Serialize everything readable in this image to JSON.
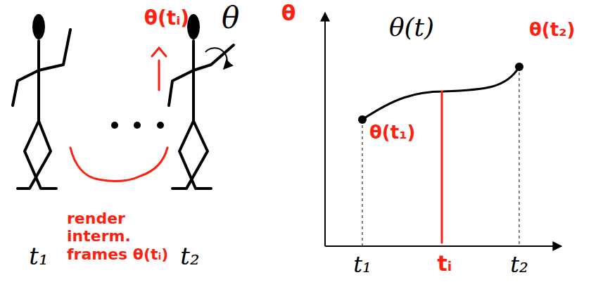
{
  "diagram": {
    "labels": [
      "θ(tᵢ)",
      "θ",
      "t₁",
      "t₂",
      "render interm. frames θ(tᵢ)",
      "θ",
      "θ(t)",
      "θ(t₂)",
      "θ(t₁)",
      "t₁",
      "tᵢ",
      "t₂"
    ]
  }
}
